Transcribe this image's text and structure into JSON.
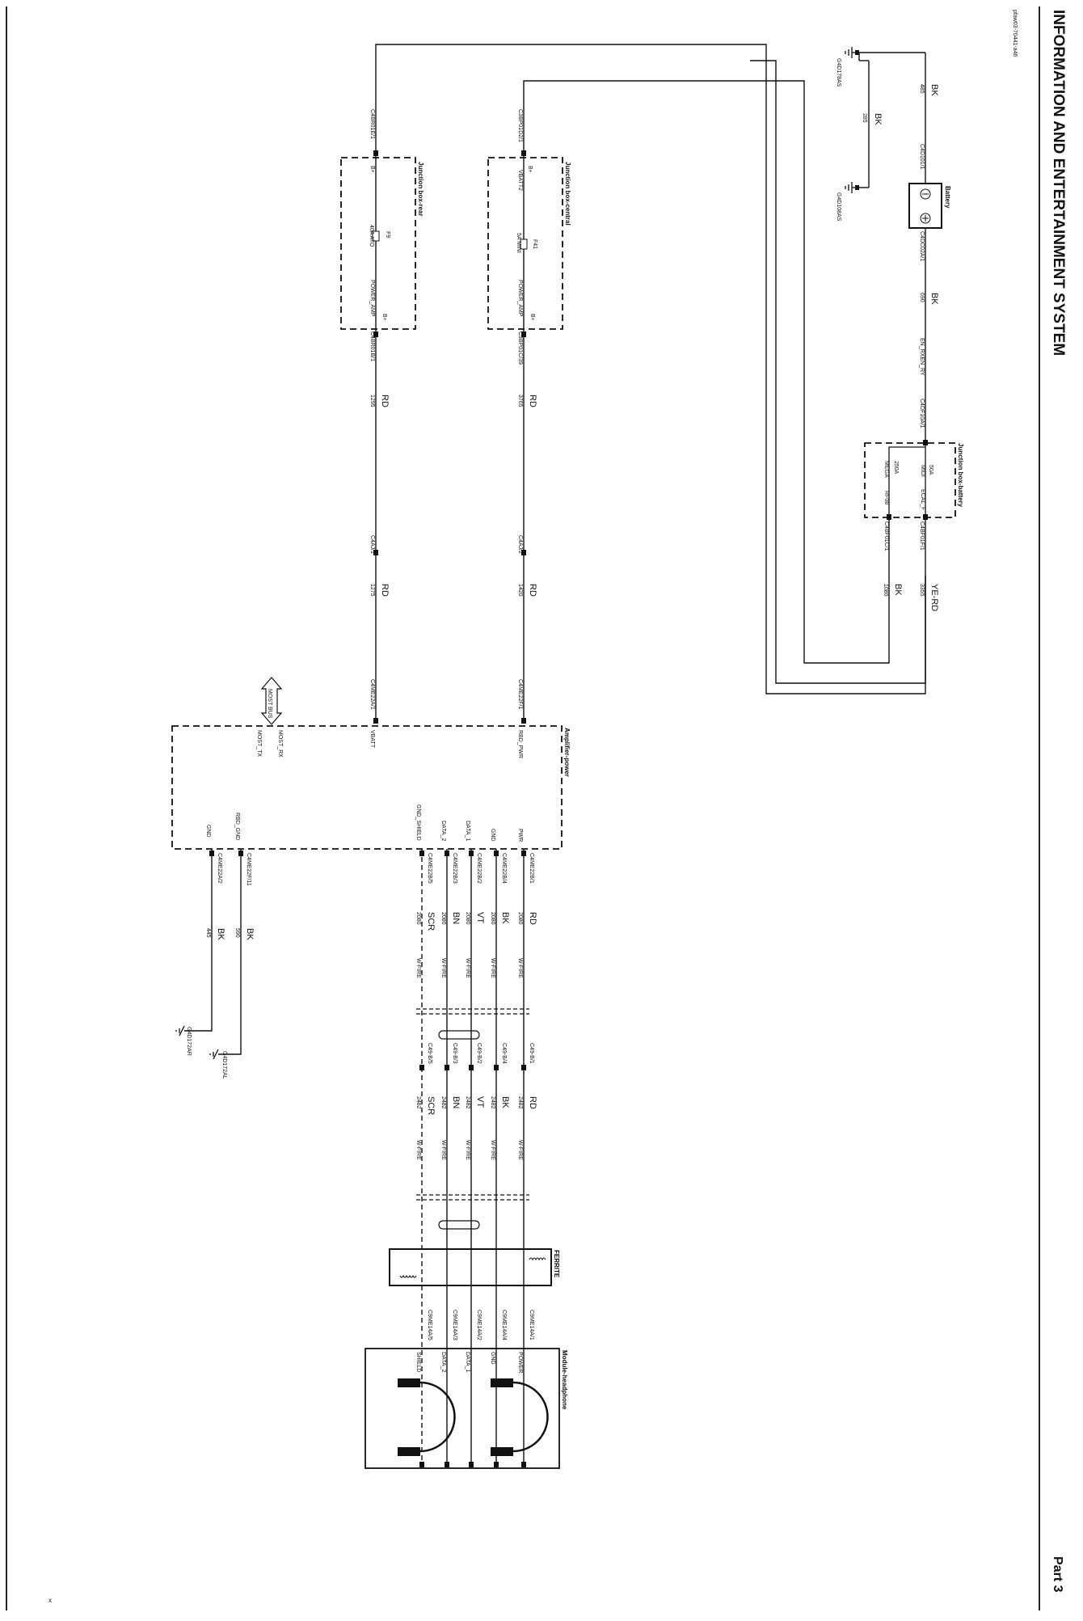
{
  "page": {
    "title": "INFORMATION AND ENTERTAINMENT SYSTEM",
    "part": "Part 3",
    "doc_ref": "pfaw03-70441-a46",
    "corner_mark": "x"
  },
  "battery_circuit": {
    "ground_main": {
      "color": "BK",
      "size": "485",
      "ground": "G4D178AS"
    },
    "ground_branch": {
      "color": "BK",
      "size": "285",
      "ground": "G4D108AS"
    },
    "battery": {
      "title": "Battery",
      "neg_pin": "C4D101/1",
      "pos_pin": "C4DC02A/1"
    },
    "battery_out_wire": {
      "color": "BK",
      "size": "690"
    },
    "feed_label": "EN_RXEN_RY",
    "feed_pin": "C4DF10A/1"
  },
  "junction_battery": {
    "title": "Junction box-battery",
    "fuse_a": {
      "rating": "50A",
      "type": "MIDI",
      "pin": "ECAL_F"
    },
    "fuse_b": {
      "rating": "250A",
      "type": "MEGA",
      "pin": "RF08"
    },
    "out_pin_a": "C4BF01F/1",
    "out_pin_b": "C4BF01C/1",
    "wire_a": {
      "color": "YE-RD",
      "size": "3355"
    },
    "wire_b": {
      "color": "BK",
      "size": "1080"
    }
  },
  "junction_rear": {
    "title": "Junction box-rear",
    "in_pin": "C4BR01E/1",
    "in_label": "B+",
    "fuse": {
      "id": "F9",
      "rating": "40A ATO"
    },
    "out_label": "POWER_AMP",
    "out_pin": "C4BR01B/1",
    "out_b_label": "B+",
    "wire1": {
      "color": "RD",
      "size": "1295"
    },
    "inline_pin": "C4AJ/1",
    "wire2": {
      "color": "RD",
      "size": "1275"
    }
  },
  "junction_central": {
    "title": "Junction box-central",
    "in_pin": "C3BP01D2/1",
    "in_label": "B+",
    "in_net": "VBATT2",
    "fuse": {
      "id": "F41",
      "rating": "5A MINI"
    },
    "out_label": "POWER_AMP",
    "out_pin": "C3BP01C/39",
    "out_b_label": "B+",
    "wire1": {
      "color": "RD",
      "size": "3765"
    },
    "inline_pin": "C4AJ/2",
    "wire2": {
      "color": "RD",
      "size": "1420"
    }
  },
  "amplifier": {
    "title": "Amplifier-power",
    "vbatt_pin": "C4ME22A/1",
    "vbatt_label": "VBATT",
    "rbd_pin": "C4ME22F/1",
    "rbd_label": "RBD_PWR",
    "most": {
      "bus": "MOST BUS",
      "rx": "MOST_RX",
      "tx": "MOST_TX"
    },
    "gnd_label": "GND",
    "gnd_pin": "C4ME22A/2",
    "rbd_gnd_label": "RBD_GND",
    "rbd_gnd_pin": "C4ME22F/11",
    "pins": [
      "PWR",
      "GND",
      "DATA_1",
      "DATA_2",
      "GND_SHIELD"
    ],
    "pin_ids": [
      "C4ME22B/1",
      "C4ME22B/4",
      "C4ME22B/2",
      "C4ME22B/3",
      "C4ME22B/5"
    ]
  },
  "ground_wires": [
    {
      "color": "BK",
      "size": "590",
      "ground": "G4D172AL"
    },
    {
      "color": "BK",
      "size": "445",
      "ground": "G4D172AR"
    }
  ],
  "harness": {
    "first": {
      "colors": [
        "RD",
        "BK",
        "VT",
        "BN",
        "SCR"
      ],
      "sizes": [
        "2080",
        "2080",
        "2080",
        "2080",
        "2080"
      ],
      "spec": "W-FIRE"
    },
    "inline_pins": [
      "C49-B/1",
      "C49-B/4",
      "C49-B/2",
      "C49-B/3",
      "C49-B/5"
    ],
    "second": {
      "colors": [
        "RD",
        "BK",
        "VT",
        "BN",
        "SCR"
      ],
      "sizes": [
        "2482",
        "2482",
        "2482",
        "2482",
        "2482"
      ],
      "spec": "W-FIRE"
    }
  },
  "ferrite": {
    "title": "FERRITE"
  },
  "headphone": {
    "title": "Module-headphone",
    "pins": [
      "POWER",
      "GND",
      "DATA_1",
      "DATA_2",
      "SHIELD"
    ],
    "pin_ids": [
      "C9ME14A/1",
      "C9ME14A/4",
      "C9ME14A/2",
      "C9ME14A/3",
      "C9ME14A/5"
    ]
  }
}
